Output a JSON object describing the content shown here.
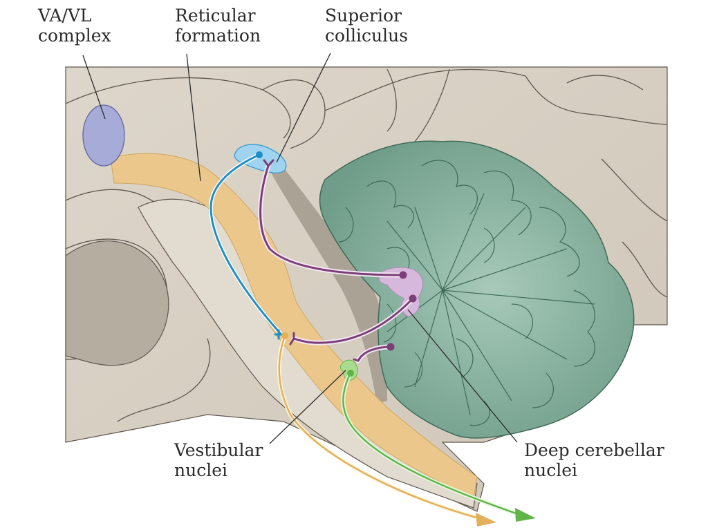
{
  "figure": {
    "title": "Cerebellar output pathways to brainstem and thalamus (midsagittal view)",
    "colors": {
      "background_tissue": "#d9d1c4",
      "tissue_shadow": "#a99f92",
      "cerebellum": "#7faa98",
      "cerebellum_dark": "#4f7f6c",
      "reticular_formation": "#ebc78c",
      "va_vl_complex": "#a7abd8",
      "superior_colliculus": "#9fd3ef",
      "deep_cerebellar_nuclei": "#d6b8dc",
      "pathway_blue": "#1d8ec7",
      "pathway_purple": "#7a3e78",
      "pathway_yellow": "#e2b05a",
      "pathway_green": "#5fb54a"
    }
  },
  "labels": {
    "va_vl": [
      "VA/VL",
      "complex"
    ],
    "reticular": [
      "Reticular",
      "formation"
    ],
    "colliculus": [
      "Superior",
      "colliculus"
    ],
    "vestibular": [
      "Vestibular",
      "nuclei"
    ],
    "deep_cerebellar": [
      "Deep cerebellar",
      "nuclei"
    ]
  },
  "structures": [
    {
      "name": "VA/VL complex",
      "color_key": "va_vl_complex"
    },
    {
      "name": "Reticular formation",
      "color_key": "reticular_formation"
    },
    {
      "name": "Superior colliculus",
      "color_key": "superior_colliculus"
    },
    {
      "name": "Vestibular nuclei",
      "color_key": "pathway_green"
    },
    {
      "name": "Deep cerebellar nuclei",
      "color_key": "deep_cerebellar_nuclei"
    },
    {
      "name": "Cerebellum",
      "color_key": "cerebellum"
    }
  ],
  "pathways": [
    {
      "name": "tectospinal (blue) from superior colliculus to reticular formation",
      "color_key": "pathway_blue"
    },
    {
      "name": "deep cerebellar nuclei to superior colliculus (purple)",
      "color_key": "pathway_purple"
    },
    {
      "name": "deep cerebellar nuclei to reticular formation (purple)",
      "color_key": "pathway_purple"
    },
    {
      "name": "deep cerebellar nuclei to vestibular nuclei (purple)",
      "color_key": "pathway_purple"
    },
    {
      "name": "reticulospinal descending tract (yellow arrow)",
      "color_key": "pathway_yellow"
    },
    {
      "name": "vestibulospinal descending tract (green arrow)",
      "color_key": "pathway_green"
    }
  ]
}
